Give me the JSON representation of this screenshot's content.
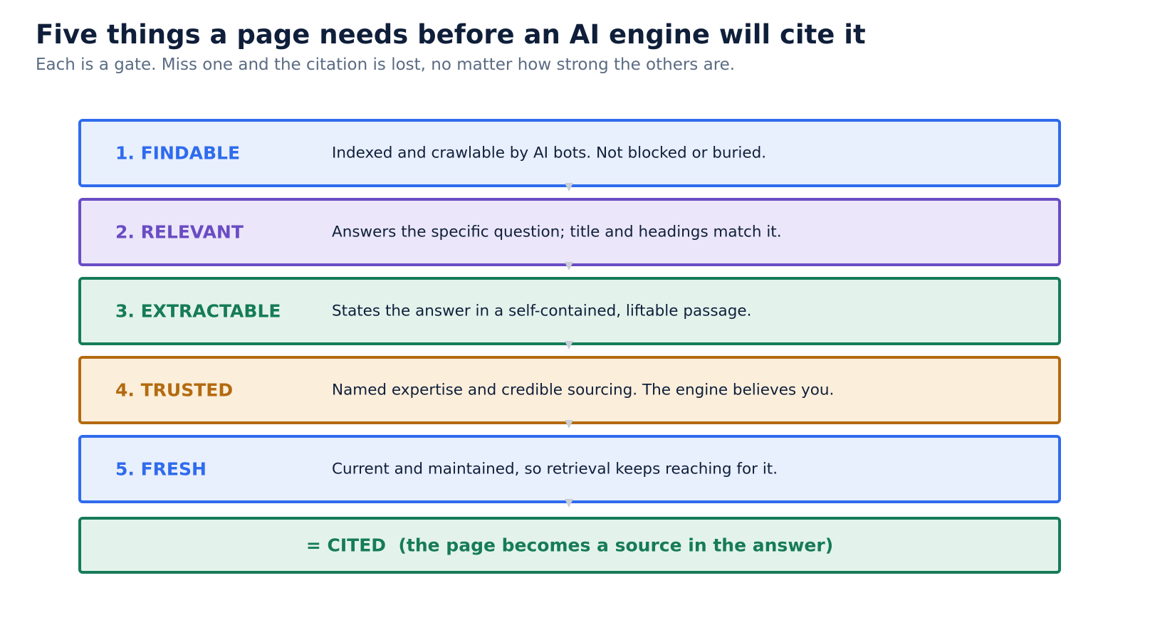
{
  "title": "Five things a page needs before an AI engine will cite it",
  "subtitle": "Each is a gate. Miss one and the citation is lost, no matter how strong the others are.",
  "stages": [
    {
      "label": "1. FINDABLE",
      "description": "Indexed and crawlable by AI bots. Not blocked or buried.",
      "border_color": "#2f6bed",
      "fill_color": "#e8effd",
      "text_color": "#2f6bed"
    },
    {
      "label": "2. RELEVANT",
      "description": "Answers the specific question; title and headings match it.",
      "border_color": "#6a4cc4",
      "fill_color": "#ebe6f9",
      "text_color": "#6a4cc4"
    },
    {
      "label": "3. EXTRACTABLE",
      "description": "States the answer in a self-contained, liftable passage.",
      "border_color": "#167b58",
      "fill_color": "#e3f3ec",
      "text_color": "#167b58"
    },
    {
      "label": "4. TRUSTED",
      "description": "Named expertise and credible sourcing. The engine believes you.",
      "border_color": "#b36a0f",
      "fill_color": "#fbeedb",
      "text_color": "#b36a0f"
    },
    {
      "label": "5. FRESH",
      "description": "Current and maintained, so retrieval keeps reaching for it.",
      "border_color": "#2f6bed",
      "fill_color": "#e8effd",
      "text_color": "#2f6bed"
    }
  ],
  "result": {
    "text": "= CITED  (the page becomes a source in the answer)",
    "border_color": "#167b58",
    "fill_color": "#e3f3ec",
    "text_color": "#167b58"
  },
  "arrow_color": "#c9ced6"
}
